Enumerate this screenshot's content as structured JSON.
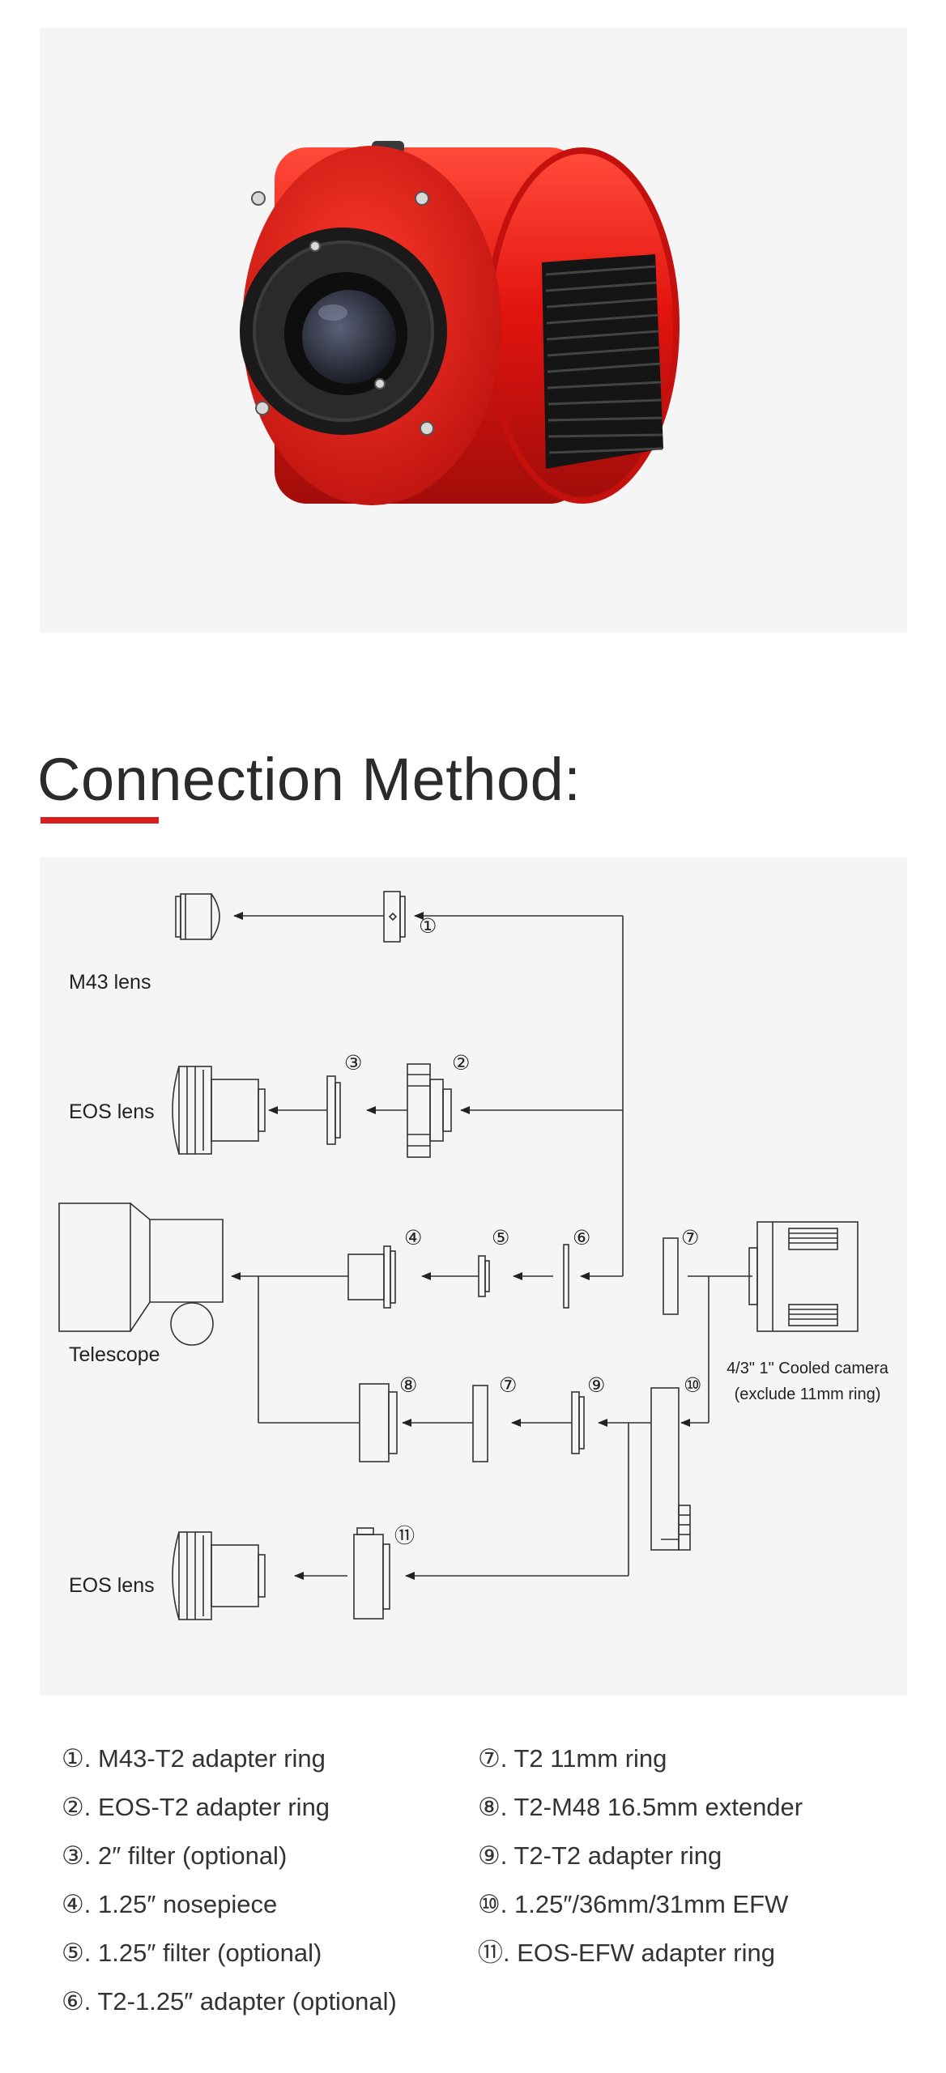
{
  "section_title": "Connection Method:",
  "colors": {
    "accent": "#d71f1f",
    "camera_red": "#e3140f",
    "panel_bg": "#f5f5f5"
  },
  "diagram_labels": {
    "m43_lens": "M43 lens",
    "eos_lens_top": "EOS lens",
    "telescope": "Telescope",
    "eos_lens_bottom": "EOS lens",
    "camera_line1": "4/3\" 1\" Cooled camera",
    "camera_line2": "(exclude 11mm ring)"
  },
  "callouts": [
    "①",
    "②",
    "③",
    "④",
    "⑤",
    "⑥",
    "⑦",
    "⑦",
    "⑧",
    "⑨",
    "⑩",
    "⑪"
  ],
  "legend": {
    "left": [
      {
        "num": "①",
        "text": ". M43-T2 adapter ring"
      },
      {
        "num": "②",
        "text": ". EOS-T2 adapter ring"
      },
      {
        "num": "③",
        "text": ". 2″ filter (optional)"
      },
      {
        "num": "④",
        "text": ". 1.25″ nosepiece"
      },
      {
        "num": "⑤",
        "text": ". 1.25″ filter (optional)"
      },
      {
        "num": "⑥",
        "text": ". T2-1.25″ adapter (optional)"
      }
    ],
    "right": [
      {
        "num": "⑦",
        "text": ". T2 11mm ring"
      },
      {
        "num": "⑧",
        "text": ". T2-M48 16.5mm extender"
      },
      {
        "num": "⑨",
        "text": ". T2-T2 adapter ring"
      },
      {
        "num": "⑩",
        "text": ". 1.25″/36mm/31mm EFW"
      },
      {
        "num": "⑪",
        "text": ". EOS-EFW adapter ring"
      }
    ]
  }
}
